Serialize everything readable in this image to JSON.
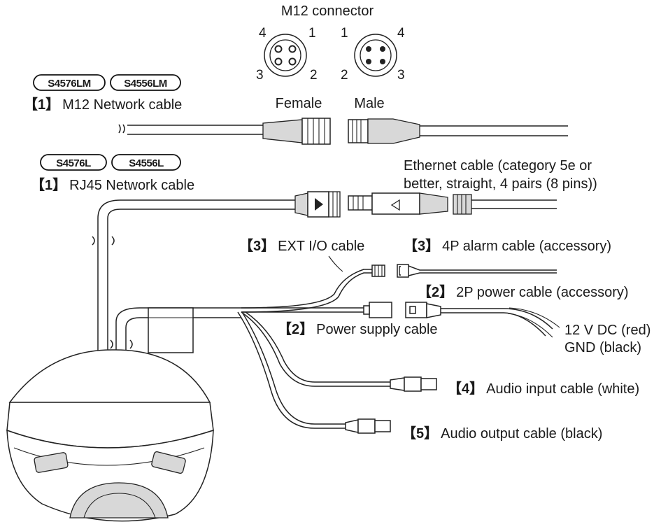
{
  "header": {
    "m12_title": "M12 connector"
  },
  "m12": {
    "female": {
      "label": "Female",
      "pins": [
        "4",
        "1",
        "3",
        "2"
      ]
    },
    "male": {
      "label": "Male",
      "pins": [
        "1",
        "4",
        "2",
        "3"
      ]
    }
  },
  "badges": {
    "m12_models": [
      "S4576LM",
      "S4556LM"
    ],
    "rj45_models": [
      "S4576L",
      "S4556L"
    ]
  },
  "cables": {
    "m12_network": {
      "num": "【1】",
      "text": "M12 Network cable"
    },
    "rj45_network": {
      "num": "【1】",
      "text": "RJ45 Network cable"
    },
    "ethernet": {
      "line1": "Ethernet cable (category 5e or",
      "line2": "better, straight, 4 pairs (8 pins))"
    },
    "ext_io": {
      "num": "【3】",
      "text": "EXT I/O cable"
    },
    "alarm_4p": {
      "num": "【3】",
      "text": "4P alarm cable (accessory)"
    },
    "power_2p": {
      "num": "【2】",
      "text": "2P power cable (accessory)"
    },
    "power_supply": {
      "num": "【2】",
      "text": "Power supply cable"
    },
    "dc_red": "12 V DC (red)",
    "gnd_black": "GND (black)",
    "audio_in": {
      "num": "【4】",
      "text": "Audio input cable (white)"
    },
    "audio_out": {
      "num": "【5】",
      "text": "Audio output cable (black)"
    }
  }
}
